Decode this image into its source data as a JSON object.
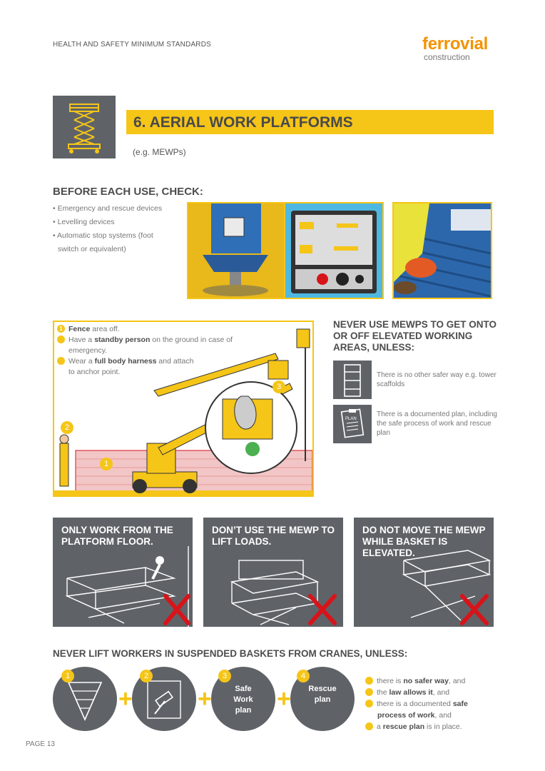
{
  "header": {
    "doc_title": "HEALTH AND SAFETY MINIMUM STANDARDS",
    "logo_brand": "ferrovial",
    "logo_sub": "construction"
  },
  "section": {
    "title": "6. AERIAL WORK PLATFORMS",
    "subtitle": "(e.g. MEWPs)"
  },
  "before_use": {
    "heading": "BEFORE EACH USE, CHECK:",
    "items": [
      "Emergency and rescue devices",
      "Levelling devices",
      "Automatic stop systems (foot switch or equivalent)"
    ]
  },
  "illustration": {
    "steps": [
      {
        "num": "1",
        "pre": "",
        "bold": "Fence",
        "post": " area off."
      },
      {
        "num": "2",
        "pre": "Have a ",
        "bold": "standby person",
        "post": " on the ground in case of emergency."
      },
      {
        "num": "3",
        "pre": "Wear a ",
        "bold": "full body harness",
        "post": " and attach to anchor point."
      }
    ],
    "markers": [
      "1",
      "2",
      "3"
    ]
  },
  "never_mewp": {
    "heading": "NEVER USE MEWPS TO GET ONTO OR OFF ELEVATED WORKING AREAS, UNLESS:",
    "conditions": [
      {
        "text": "There is no other safer way e.g. tower scaffolds",
        "icon": "tower-scaffold-icon"
      },
      {
        "text": "There is a documented plan, including the safe process of work and rescue plan",
        "icon": "clipboard-plan-icon",
        "icon_label": "PLAN"
      }
    ]
  },
  "panels": [
    {
      "title": "ONLY WORK FROM THE PLATFORM FLOOR."
    },
    {
      "title": "DON’T USE THE MEWP TO LIFT LOADS."
    },
    {
      "title": "DO NOT MOVE THE MEWP WHILE BASKET IS ELEVATED."
    }
  ],
  "cranes": {
    "heading": "NEVER LIFT WORKERS IN SUSPENDED BASKETS FROM CRANES, UNLESS:",
    "circles": [
      {
        "num": "1",
        "icon": "funnel-icon",
        "label": ""
      },
      {
        "num": "2",
        "icon": "gavel-icon",
        "label": ""
      },
      {
        "num": "3",
        "icon": "",
        "label": "Safe Work plan"
      },
      {
        "num": "4",
        "icon": "",
        "label": "Rescue plan"
      }
    ],
    "conditions": [
      {
        "num": "1",
        "pre": "there is ",
        "bold": "no safer way",
        "post": ", and"
      },
      {
        "num": "2",
        "pre": "the ",
        "bold": "law allows it",
        "post": ", and"
      },
      {
        "num": "3",
        "pre": "there is a documented ",
        "bold": "safe process of work",
        "post": ", and"
      },
      {
        "num": "4",
        "pre": "a ",
        "bold": "rescue plan",
        "post": " is in place."
      }
    ]
  },
  "footer": {
    "page": "PAGE 13"
  },
  "colors": {
    "accent_yellow": "#f5c518",
    "brand_orange": "#f39200",
    "panel_grey": "#5f6368",
    "cross_red": "#d7141a"
  }
}
